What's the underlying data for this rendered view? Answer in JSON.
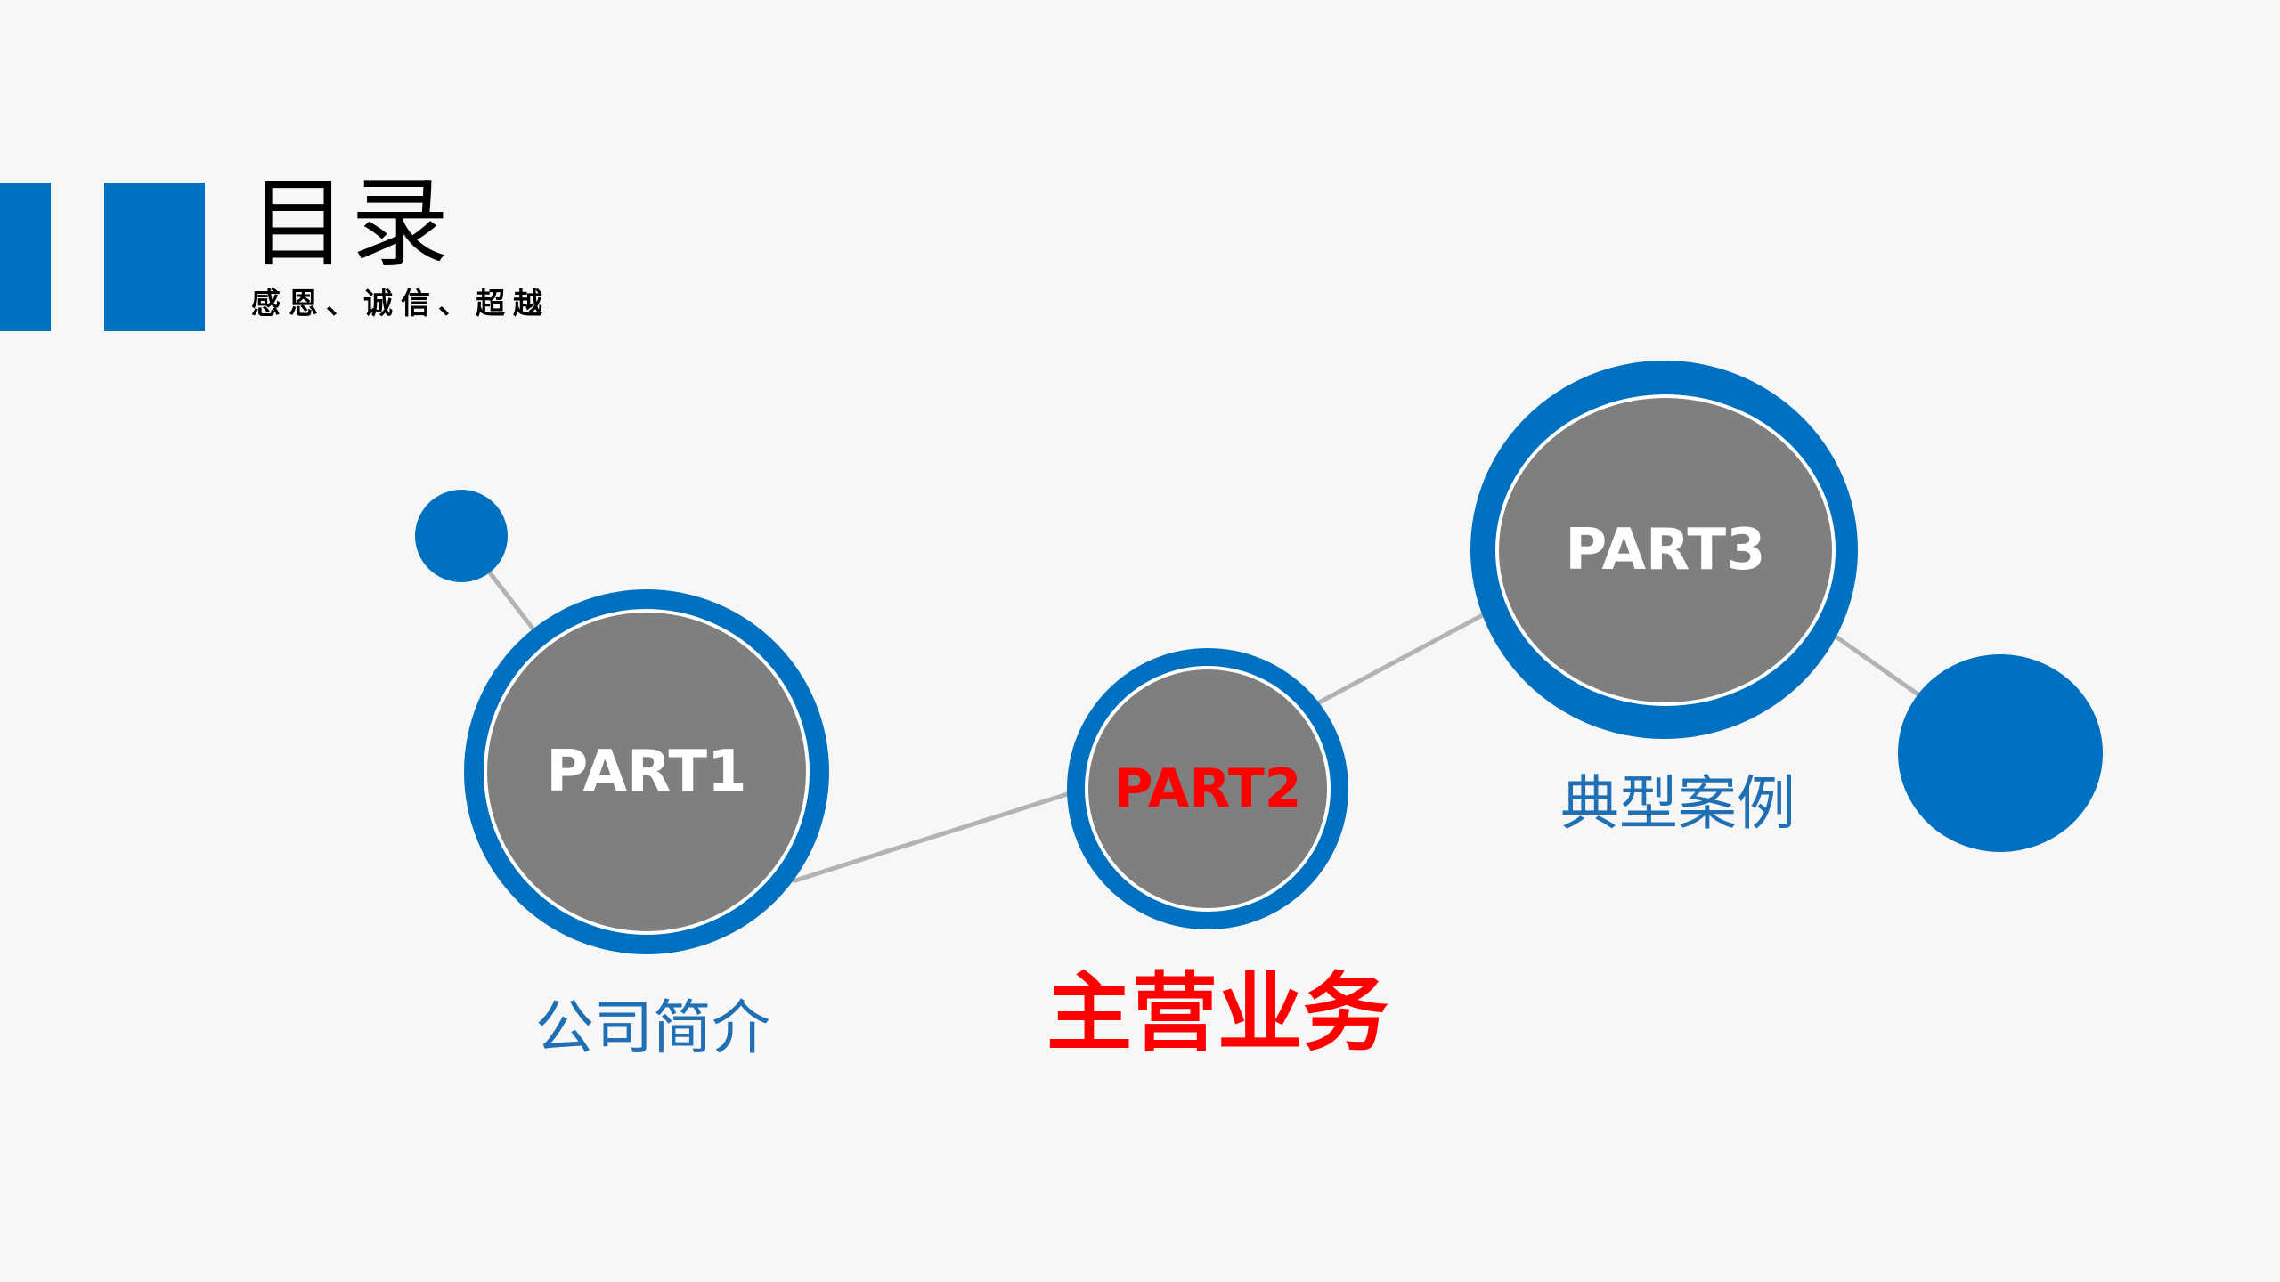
{
  "header": {
    "title": "目录",
    "subtitle": "感恩、诚信、超越"
  },
  "parts": [
    {
      "label": "PART1",
      "caption": "公司简介"
    },
    {
      "label": "PART2",
      "caption": "主营业务"
    },
    {
      "label": "PART3",
      "caption": "典型案例"
    }
  ],
  "colors": {
    "accent": "#0070c0",
    "circle_fill": "#7f7f7f",
    "highlight": "#ff0000",
    "caption_blue": "#1f6fb5",
    "background": "#f7f7f7"
  }
}
